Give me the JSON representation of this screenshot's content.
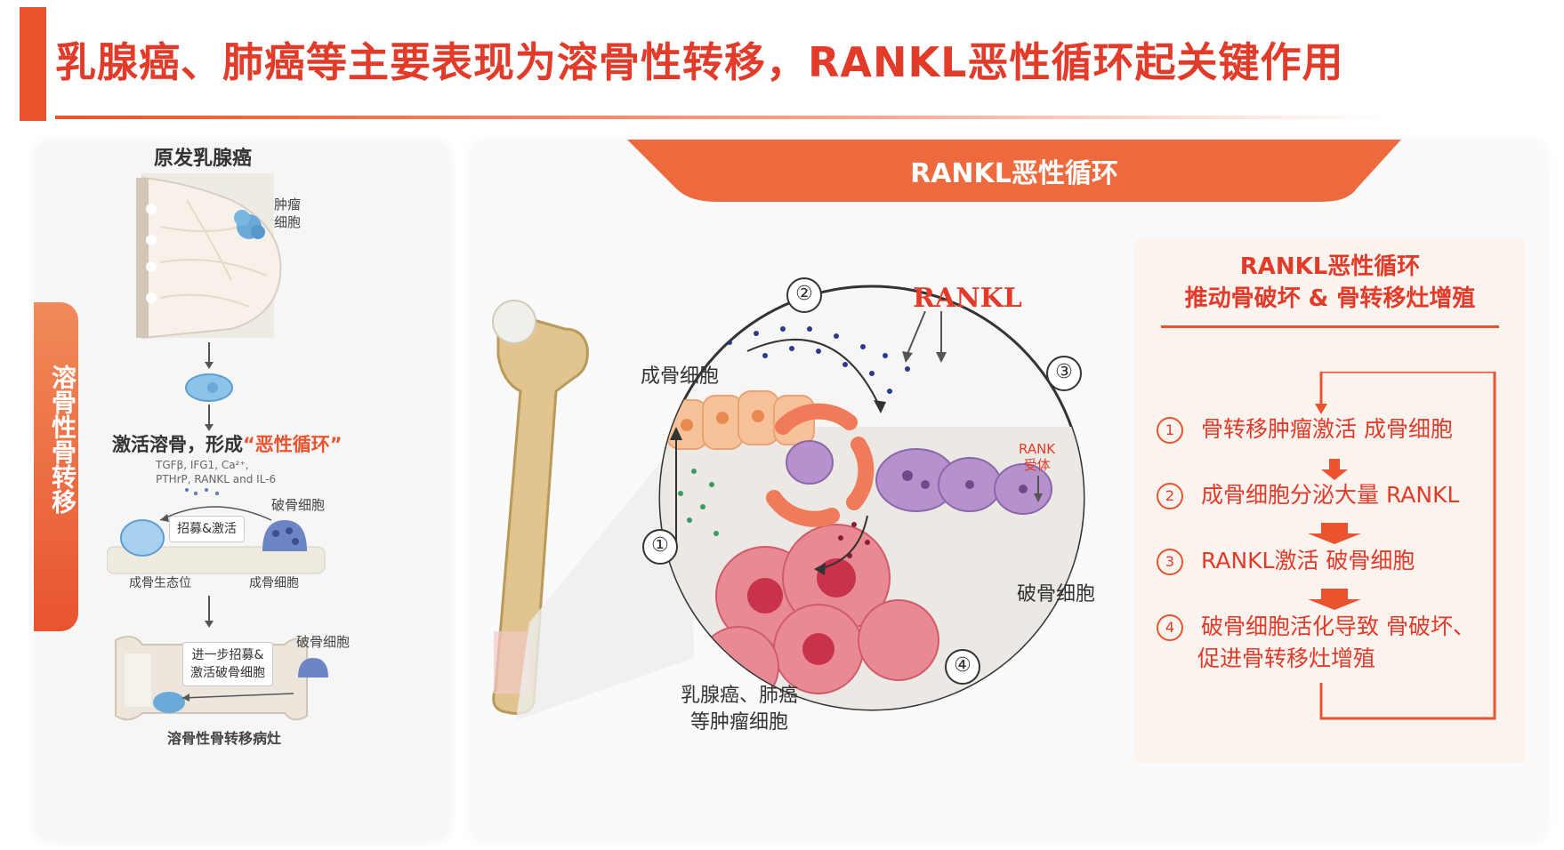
{
  "header": {
    "title": "乳腺癌、肺癌等主要表现为溶骨性转移，RANKL恶性循环起关键作用"
  },
  "left_panel": {
    "side_tab": "溶骨性骨转移",
    "primary_title": "原发乳腺癌",
    "tumor_label": "肿瘤\n细胞",
    "activate_prefix": "激活溶骨，形成",
    "activate_highlight": "“恶性循环”",
    "factors_line1": "TGFβ, IFG1, Ca²⁺,",
    "factors_line2": "PTHrP, RANKL and IL-6",
    "recruit_box": "招募&激活",
    "osteoclast_label": "破骨细胞",
    "osteoblast_niche": "成骨生态位",
    "osteoblast_label": "成骨细胞",
    "further_box_line1": "进一步招募&",
    "further_box_line2": "激活破骨细胞",
    "osteoclast_label2": "破骨细胞",
    "lesion_label": "溶骨性骨转移病灶"
  },
  "diagram": {
    "ribbon_title": "RANKL恶性循环",
    "rankl": "RANKL",
    "osteoblast": "成骨细胞",
    "rank_receptor_line1": "RANK",
    "rank_receptor_line2": "受体",
    "osteoclast": "破骨细胞",
    "tumor_line1": "乳腺癌、肺癌",
    "tumor_line2": "等肿瘤细胞",
    "numbers": [
      "①",
      "②",
      "③",
      "④"
    ]
  },
  "info_box": {
    "title_line1": "RANKL恶性循环",
    "title_line2": "推动骨破坏 & 骨转移灶增殖",
    "steps": [
      {
        "n": "1",
        "text": "骨转移肿瘤激活 成骨细胞"
      },
      {
        "n": "2",
        "text": "成骨细胞分泌大量 RANKL"
      },
      {
        "n": "3",
        "text": "RANKL激活 破骨细胞"
      },
      {
        "n": "4",
        "text": "破骨细胞活化导致 骨破坏、",
        "text2": "促进骨转移灶增殖"
      }
    ]
  },
  "colors": {
    "accent": "#e9542f",
    "title_red": "#e23b2a"
  }
}
